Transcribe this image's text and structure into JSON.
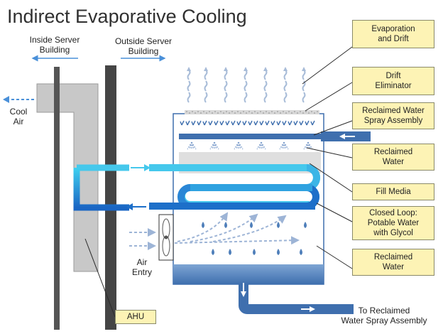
{
  "title": "Indirect Evaporative Cooling",
  "labels": {
    "inside_building": "Inside Server\nBuilding",
    "outside_building": "Outside Server\nBuilding",
    "cool_air": "Cool\nAir",
    "air_entry": "Air\nEntry",
    "to_reclaimed": "To Reclaimed\nWater Spray Assembly"
  },
  "callouts": {
    "evaporation": "Evaporation\nand Drift",
    "drift_eliminator": "Drift\nEliminator",
    "spray_assembly": "Reclaimed Water\nSpray Assembly",
    "reclaimed_water_top": "Reclaimed\nWater",
    "fill_media": "Fill Media",
    "closed_loop": "Closed Loop:\nPotable Water\nwith Glycol",
    "reclaimed_water_bottom": "Reclaimed\nWater",
    "ahu": "AHU"
  },
  "colors": {
    "callout_fill": "#fdf3b5",
    "wall": "#555555",
    "ahu": "#c8c8c8",
    "pipe_dark": "#3f6fae",
    "water": "#4f7fba",
    "coil_light": "#45c8ec",
    "coil_dark": "#1d6fc9",
    "basin": "#5d8cc0"
  }
}
